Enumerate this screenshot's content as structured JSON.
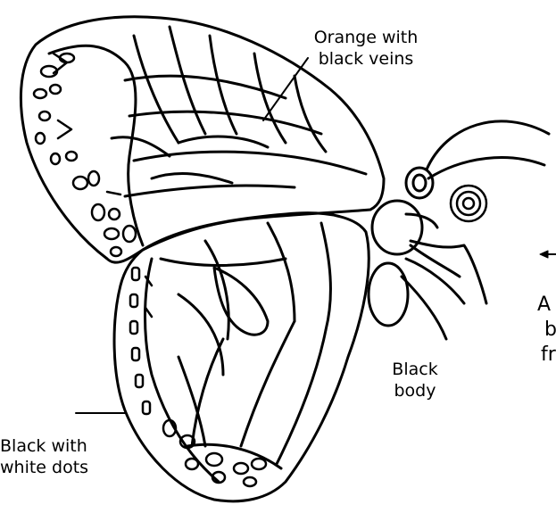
{
  "labels": {
    "wing_veins_line1": "Orange with",
    "wing_veins_line2": "black veins",
    "body_line1": "Black",
    "body_line2": "body",
    "edge_line1": "Black with",
    "edge_line2": "white dots",
    "cut_line1": "A",
    "cut_line2": "b",
    "cut_line3": "fr"
  },
  "colors": {
    "ink": "#000000",
    "paper": "#ffffff"
  }
}
